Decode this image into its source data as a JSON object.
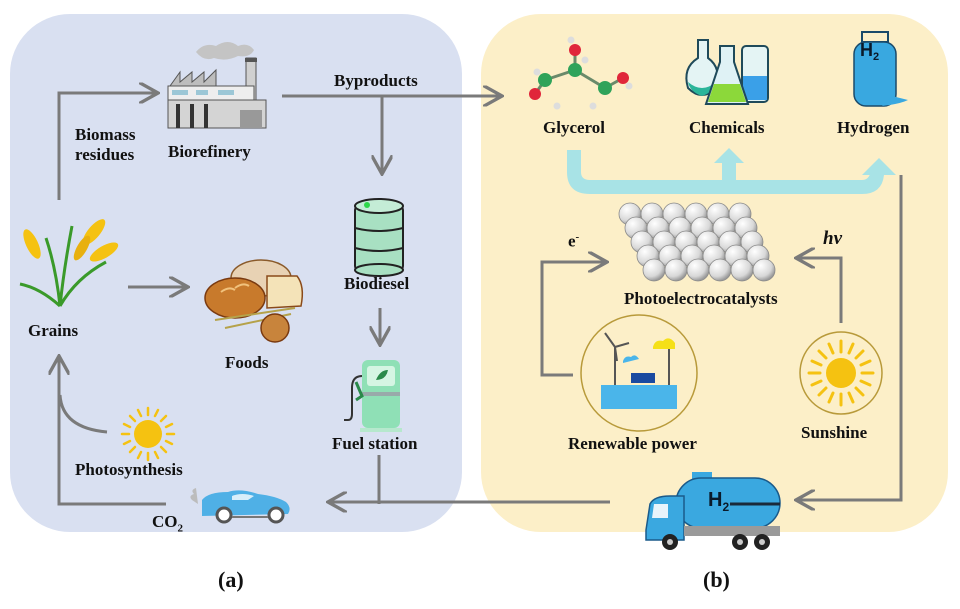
{
  "panel_a": {
    "caption": "(a)",
    "labels": {
      "biomass": "Biomass",
      "residues": "residues",
      "biorefinery": "Biorefinery",
      "byproducts": "Byproducts",
      "biodiesel": "Biodiesel",
      "grains": "Grains",
      "foods": "Foods",
      "fuel_station": "Fuel station",
      "photosynthesis": "Photosynthesis",
      "co2": "CO",
      "co2_sub": "2"
    }
  },
  "panel_b": {
    "caption": "(b)",
    "labels": {
      "glycerol": "Glycerol",
      "chemicals": "Chemicals",
      "hydrogen": "Hydrogen",
      "h2_tank": "H",
      "h2_sub": "2",
      "electron": "e",
      "electron_sup": "-",
      "hv": "hv",
      "photoelectrocatalysts": "Photoelectrocatalysts",
      "renewable_power": "Renewable power",
      "sunshine": "Sunshine",
      "truck_h2": "H",
      "truck_h2_sub": "2"
    }
  },
  "colors": {
    "panel_a_bg": "#d9e0f1",
    "panel_b_bg": "#fcefc8",
    "arrow": "#7a7a7a",
    "flow_arrow": "#a8e3e6"
  }
}
